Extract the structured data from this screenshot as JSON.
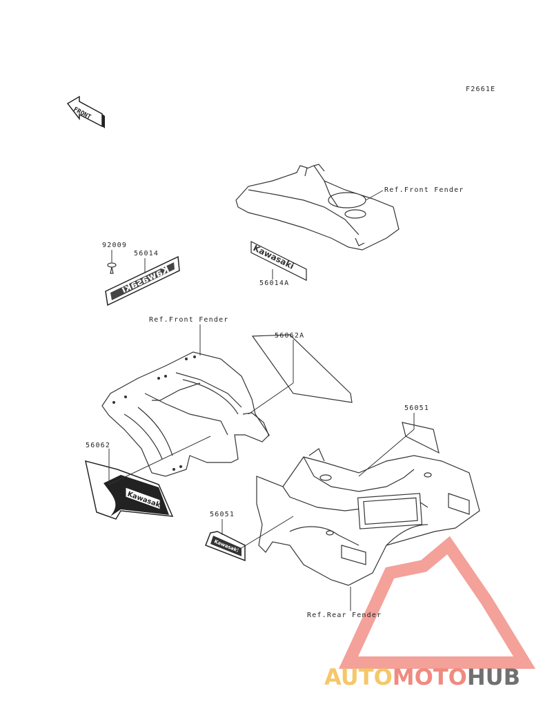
{
  "figure_code": "F2661E",
  "front_arrow_text": "FRONT",
  "labels": {
    "ref_front_fender_top": "Ref.Front Fender",
    "ref_front_fender_mid": "Ref.Front Fender",
    "ref_rear_fender": "Ref.Rear Fender",
    "p92009": "92009",
    "p56014": "56014",
    "p56014A": "56014A",
    "p56062A": "56062A",
    "p56062": "56062",
    "p56051_right": "56051",
    "p56051_left": "56051"
  },
  "decals": {
    "emblem_left_text": "Kawasaki",
    "emblem_right_text": "Kawasaki",
    "side_decal_text": "Kawasaki",
    "rear_emblem_text": "Kawasaki"
  },
  "watermark": {
    "part1": "AUTO",
    "part2": "MOTO",
    "part3": "HUB",
    "color1": "#f5c76a",
    "color2": "#f08a80",
    "color3": "#707070",
    "logo_color": "#f08a80"
  }
}
